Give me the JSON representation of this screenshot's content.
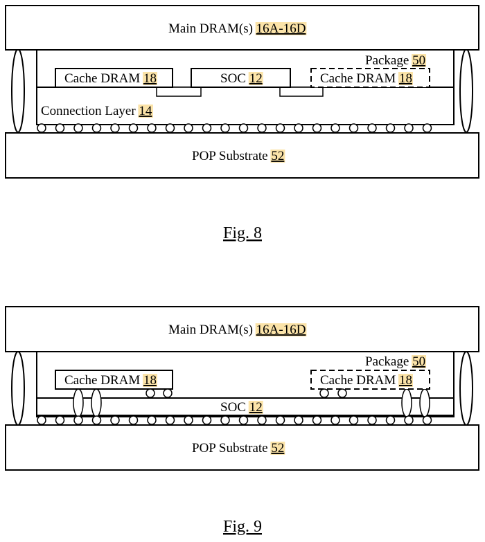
{
  "fig8": {
    "main_dram": {
      "text": "Main DRAM(s) ",
      "ref": "16A-16D"
    },
    "package": {
      "text": "Package ",
      "ref": "50"
    },
    "cache_left": {
      "text": "Cache DRAM ",
      "ref": "18"
    },
    "soc": {
      "text": "SOC ",
      "ref": "12"
    },
    "cache_right": {
      "text": "Cache DRAM ",
      "ref": "18"
    },
    "connection_layer": {
      "text": "Connection Layer ",
      "ref": "14"
    },
    "pop_substrate": {
      "text": "POP Substrate ",
      "ref": "52"
    },
    "caption": "Fig. 8"
  },
  "fig9": {
    "main_dram": {
      "text": "Main DRAM(s) ",
      "ref": "16A-16D"
    },
    "package": {
      "text": "Package ",
      "ref": "50"
    },
    "cache_left": {
      "text": "Cache DRAM ",
      "ref": "18"
    },
    "cache_right": {
      "text": "Cache DRAM ",
      "ref": "18"
    },
    "soc": {
      "text": "SOC ",
      "ref": "12"
    },
    "pop_substrate": {
      "text": "POP Substrate ",
      "ref": "52"
    },
    "caption": "Fig. 9"
  }
}
